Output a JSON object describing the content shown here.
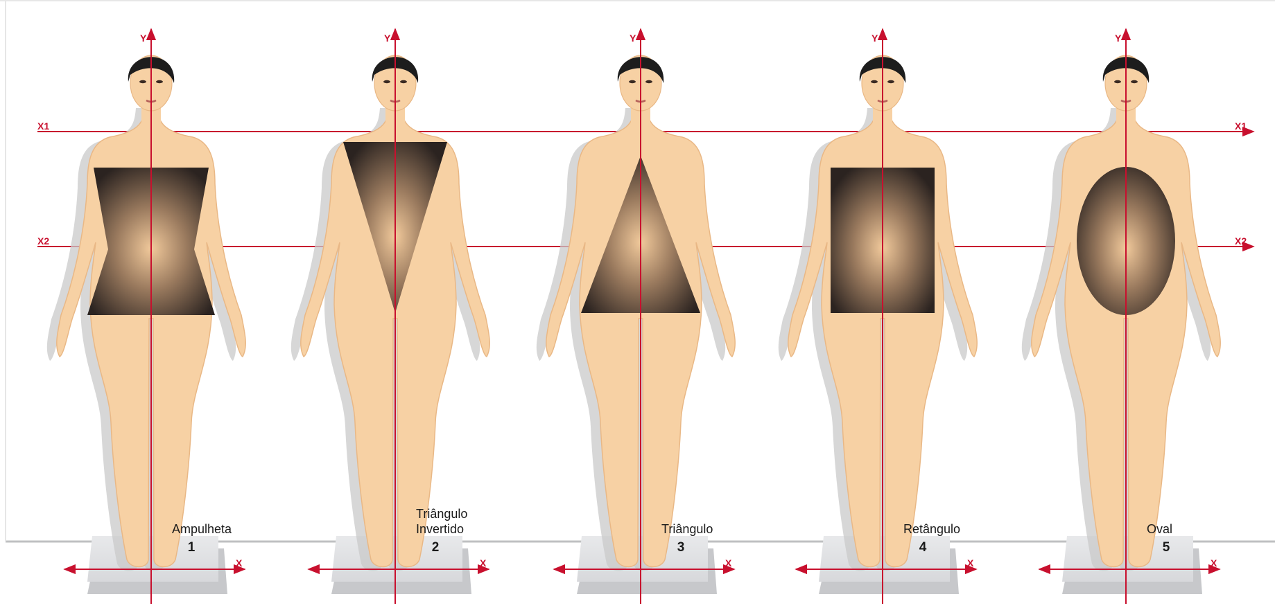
{
  "axes": {
    "y_label": "Y",
    "x_label": "X",
    "x1_label": "X1",
    "x2_label": "X2"
  },
  "colors": {
    "skin": "#f7d1a4",
    "skin_shadow": "#e9b886",
    "hair": "#1d1d1d",
    "axis_red": "#c8102e",
    "shadow_gray": "#c9c9c9",
    "platform": "#e3e4e6",
    "shape_dark": "#2b2320",
    "shape_light": "#f1c99b"
  },
  "figures": [
    {
      "shape": "hourglass",
      "name_lines": [
        "Ampulheta"
      ],
      "number": "1"
    },
    {
      "shape": "inverted-triangle",
      "name_lines": [
        "Triângulo",
        "Invertido"
      ],
      "number": "2"
    },
    {
      "shape": "triangle",
      "name_lines": [
        "Triângulo"
      ],
      "number": "3"
    },
    {
      "shape": "rectangle",
      "name_lines": [
        "Retângulo"
      ],
      "number": "4"
    },
    {
      "shape": "oval",
      "name_lines": [
        "Oval"
      ],
      "number": "5"
    }
  ]
}
